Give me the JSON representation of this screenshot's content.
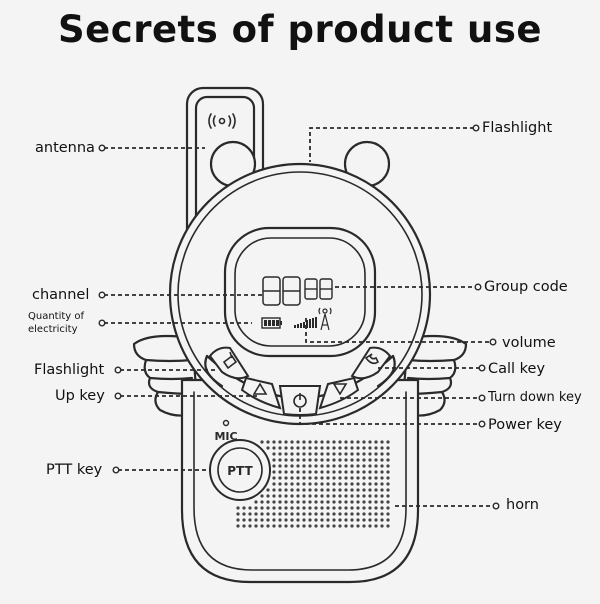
{
  "title": "Secrets of product use",
  "device": {
    "display_digits": "8888",
    "mic_label": "MIC",
    "ptt_label": "PTT"
  },
  "labels": {
    "antenna": "antenna",
    "flashlight_top": "Flashlight",
    "channel": "channel",
    "group_code": "Group code",
    "quantity_of_electricity_line1": "Quantity of",
    "quantity_of_electricity_line2": "electricity",
    "volume": "volume",
    "flashlight_left": "Flashlight",
    "call_key": "Call key",
    "up_key": "Up key",
    "turn_down_key": "Turn down key",
    "power_key": "Power key",
    "ptt_key": "PTT key",
    "horn": "horn"
  },
  "colors": {
    "line": "#2a2a2a",
    "background": "#f4f4f4",
    "text": "#111111"
  }
}
